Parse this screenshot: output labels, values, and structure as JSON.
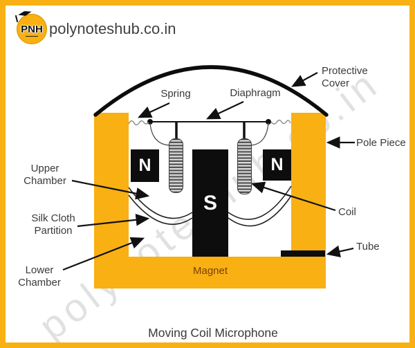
{
  "header": {
    "site": "polynoteshub.co.in",
    "logo_text": "PNH"
  },
  "watermark": "polynoteshub.co.in",
  "diagram": {
    "labels": {
      "spring": "Spring",
      "diaphragm": "Diaphragm",
      "protective_cover": "Protective\nCover",
      "pole_piece": "Pole Piece",
      "coil": "Coil",
      "tube": "Tube",
      "upper_chamber": "Upper\nChamber",
      "silk_cloth_partition": "Silk Cloth\nPartition",
      "lower_chamber": "Lower\nChamber",
      "magnet": "Magnet"
    },
    "magnet_poles": {
      "left": "N",
      "center": "S",
      "right": "N"
    },
    "colors": {
      "body_yellow": "#F8B013",
      "magnet_black": "#0D0D0D",
      "label_text": "#3A3A3A",
      "magnet_label_text": "#7A4006",
      "watermark_gray": "#C9C9C9"
    }
  },
  "caption": "Moving Coil Microphone"
}
